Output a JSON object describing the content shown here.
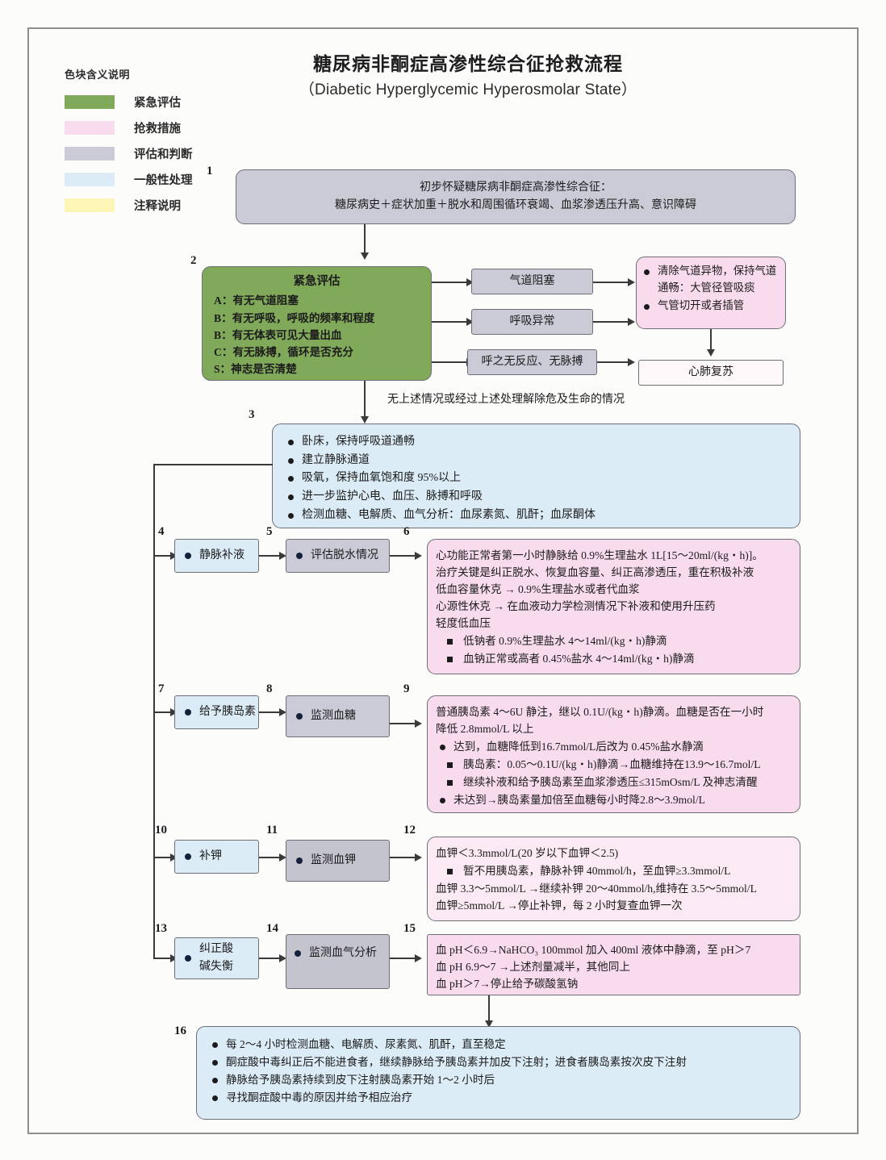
{
  "title": {
    "cn": "糖尿病非酮症高渗性综合征抢救流程",
    "en": "（Diabetic Hyperglycemic Hyperosmolar State）"
  },
  "legend": {
    "title": "色块含义说明",
    "items": [
      {
        "label": "紧急评估",
        "color": "#81a95a"
      },
      {
        "label": "抢救措施",
        "color": "#f8dced"
      },
      {
        "label": "评估和判断",
        "color": "#cbcbd8"
      },
      {
        "label": "一般性处理",
        "color": "#dcecf7"
      },
      {
        "label": "注释说明",
        "color": "#fdf5b5"
      }
    ]
  },
  "steps": {
    "n1": "1",
    "n2": "2",
    "n3": "3",
    "n4": "4",
    "n5": "5",
    "n6": "6",
    "n7": "7",
    "n8": "8",
    "n9": "9",
    "n10": "10",
    "n11": "11",
    "n12": "12",
    "n13": "13",
    "n14": "14",
    "n15": "15",
    "n16": "16"
  },
  "node1": {
    "line1": "初步怀疑糖尿病非酮症高渗性综合征：",
    "line2": "糖尿病史＋症状加重＋脱水和周围循环衰竭、血浆渗透压升高、意识障碍"
  },
  "node2": {
    "title": "紧急评估",
    "lines": [
      "A：有无气道阻塞",
      "B：有无呼吸，呼吸的频率和程度",
      "B：有无体表可见大量出血",
      "C：有无脉搏，循环是否充分",
      "S：神志是否清楚"
    ]
  },
  "branches": {
    "airway": "气道阻塞",
    "breathing": "呼吸异常",
    "nopulse": "呼之无反应、无脉搏",
    "airway_action": [
      "清除气道异物，保持气道通畅：大管径管吸痰",
      "气管切开或者插管"
    ],
    "cpr": "心肺复苏"
  },
  "edge_label_3": "无上述情况或经过上述处理解除危及生命的情况",
  "node3": {
    "items": [
      "卧床，保持呼吸道通畅",
      "建立静脉通道",
      "吸氧，保持血氧饱和度 95%以上",
      "进一步监护心电、血压、脉搏和呼吸",
      "检测血糖、电解质、血气分析：血尿素氮、肌酐；血尿酮体"
    ]
  },
  "node4": "静脉补液",
  "node5": "评估脱水情况",
  "node6": {
    "lines": [
      "心功能正常者第一小时静脉给 0.9%生理盐水 1L[15～20ml/(kg・h)]。",
      "治疗关键是纠正脱水、恢复血容量、纠正高渗透压，重在积极补液",
      "低血容量休克  → 0.9%生理盐水或者代血浆",
      "心源性休克 →  在血液动力学检测情况下补液和使用升压药",
      "轻度低血压"
    ],
    "subitems": [
      "低钠者 0.9%生理盐水 4～14ml/(kg・h)静滴",
      "血钠正常或高者 0.45%盐水 4～14ml/(kg・h)静滴"
    ]
  },
  "node7": "给予胰岛素",
  "node8": "监测血糖",
  "node9": {
    "lines": [
      "普通胰岛素 4～6U 静注，继以 0.1U/(kg・h)静滴。血糖是否在一小时",
      "降低 2.8mmol/L 以上"
    ],
    "round1": "达到，血糖降低到16.7mmol/L后改为 0.45%盐水静滴",
    "subitems": [
      "胰岛素：0.05～0.1U/(kg・h)静滴→血糖维持在13.9～16.7mol/L",
      "继续补液和给予胰岛素至血浆渗透压≤315mOsm/L 及神志清醒"
    ],
    "round2": "未达到→胰岛素量加倍至血糖每小时降2.8～3.9mol/L"
  },
  "node10": "补钾",
  "node11": "监测血钾",
  "node12": {
    "line1": "血钾＜3.3mmol/L(20 岁以下血钾＜2.5)",
    "subitem": "暂不用胰岛素，静脉补钾 40mmol/h，至血钾≥3.3mmol/L",
    "line2": "血钾 3.3～5mmol/L →继续补钾 20～40mmol/h,维持在 3.5～5mmol/L",
    "line3": "血钾≥5mmol/L  →停止补钾，每 2 小时复查血钾一次"
  },
  "node13": {
    "l1": "纠正酸",
    "l2": "碱失衡"
  },
  "node14": "监测血气分析",
  "node15": {
    "lines": [
      "血 pH＜6.9→NaHCO₃ 100mmol 加入 400ml 液体中静滴，至 pH＞7",
      "血 pH 6.9～7 →上述剂量减半，其他同上",
      "血 pH＞7→停止给予碳酸氢钠"
    ]
  },
  "node16": {
    "items": [
      "每 2～4 小时检测血糖、电解质、尿素氮、肌酐，直至稳定",
      "酮症酸中毒纠正后不能进食者，继续静脉给予胰岛素并加皮下注射；进食者胰岛素按次皮下注射",
      "静脉给予胰岛素持续到皮下注射胰岛素开始 1～2 小时后",
      "寻找酮症酸中毒的原因并给予相应治疗"
    ]
  }
}
